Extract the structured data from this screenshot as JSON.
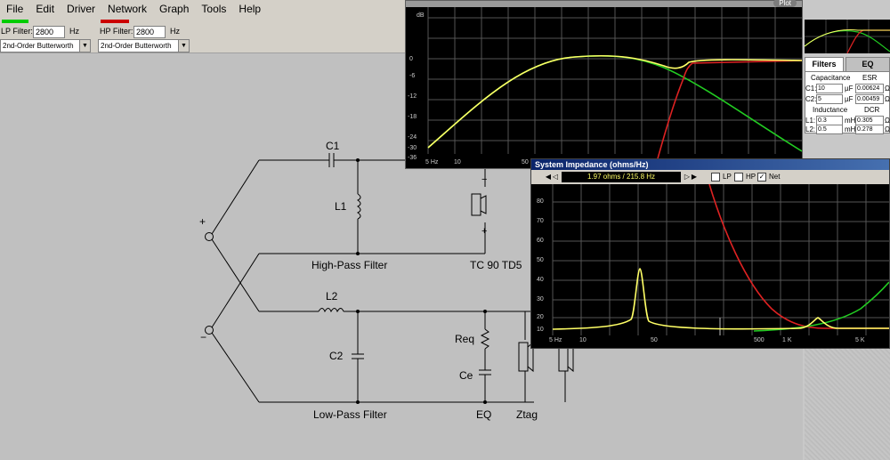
{
  "menu": [
    "File",
    "Edit",
    "Driver",
    "Network",
    "Graph",
    "Tools",
    "Help"
  ],
  "filters": {
    "lp_label": "LP Filter:",
    "lp_value": "2800",
    "hp_label": "HP Filter:",
    "hp_value": "2800",
    "unit": "Hz",
    "lp_type": "2nd-Order Butterworth",
    "hp_type": "2nd-Order Butterworth",
    "lp_color": "#00cc00",
    "hp_color": "#cc0000"
  },
  "schematic": {
    "c1": "C1",
    "l1": "L1",
    "l2": "L2",
    "c2": "C2",
    "req": "Req",
    "ce": "Ce",
    "plus": "+",
    "minus": "−",
    "high_pass_label": "High-Pass Filter",
    "low_pass_label": "Low-Pass Filter",
    "tweeter_label": "TC 90 TD5",
    "eq_label": "EQ",
    "ztag_label": "Ztag"
  },
  "response_window": {
    "plot_button": "Plot",
    "unit_label": "dB",
    "y_ticks": [
      "0",
      "-6",
      "-12",
      "-18",
      "-24",
      "-30",
      "-36"
    ],
    "x_ticks": [
      "5 Hz",
      "10",
      "50"
    ]
  },
  "right_panel": {
    "tabs": [
      "Filters",
      "EQ"
    ],
    "active_tab": "Filters",
    "capacitance_label": "Capacitance",
    "esr_label": "ESR",
    "inductance_label": "Inductance",
    "dcr_label": "DCR",
    "c1_label": "C1:",
    "c1_value": "10",
    "c1_unit": "µF",
    "c1_esr": "0.00624",
    "c2_label": "C2:",
    "c2_value": "5",
    "c2_unit": "µF",
    "c2_esr": "0.00459",
    "l1_label": "L1:",
    "l1_value": "0.3",
    "l1_unit": "mH",
    "l1_dcr": "0.305",
    "l2_label": "L2:",
    "l2_value": "0.5",
    "l2_unit": "mH",
    "l2_dcr": "0.278",
    "ohm": "Ω"
  },
  "impedance_window": {
    "title": "System Impedance (ohms/Hz)",
    "readout": "1.97 ohms / 215.8 Hz",
    "lp_label": "LP",
    "hp_label": "HP",
    "net_label": "Net",
    "net_checked": true,
    "lp_checked": false,
    "hp_checked": false,
    "y_ticks": [
      "80",
      "70",
      "60",
      "50",
      "40",
      "30",
      "20",
      "10"
    ],
    "x_ticks": [
      "5 Hz",
      "10",
      "50",
      "500",
      "1 K",
      "5 K"
    ]
  },
  "colors": {
    "net_curve": "#ffff66",
    "lp_curve": "#22cc22",
    "hp_curve": "#dd2222",
    "grid": "#555555"
  }
}
